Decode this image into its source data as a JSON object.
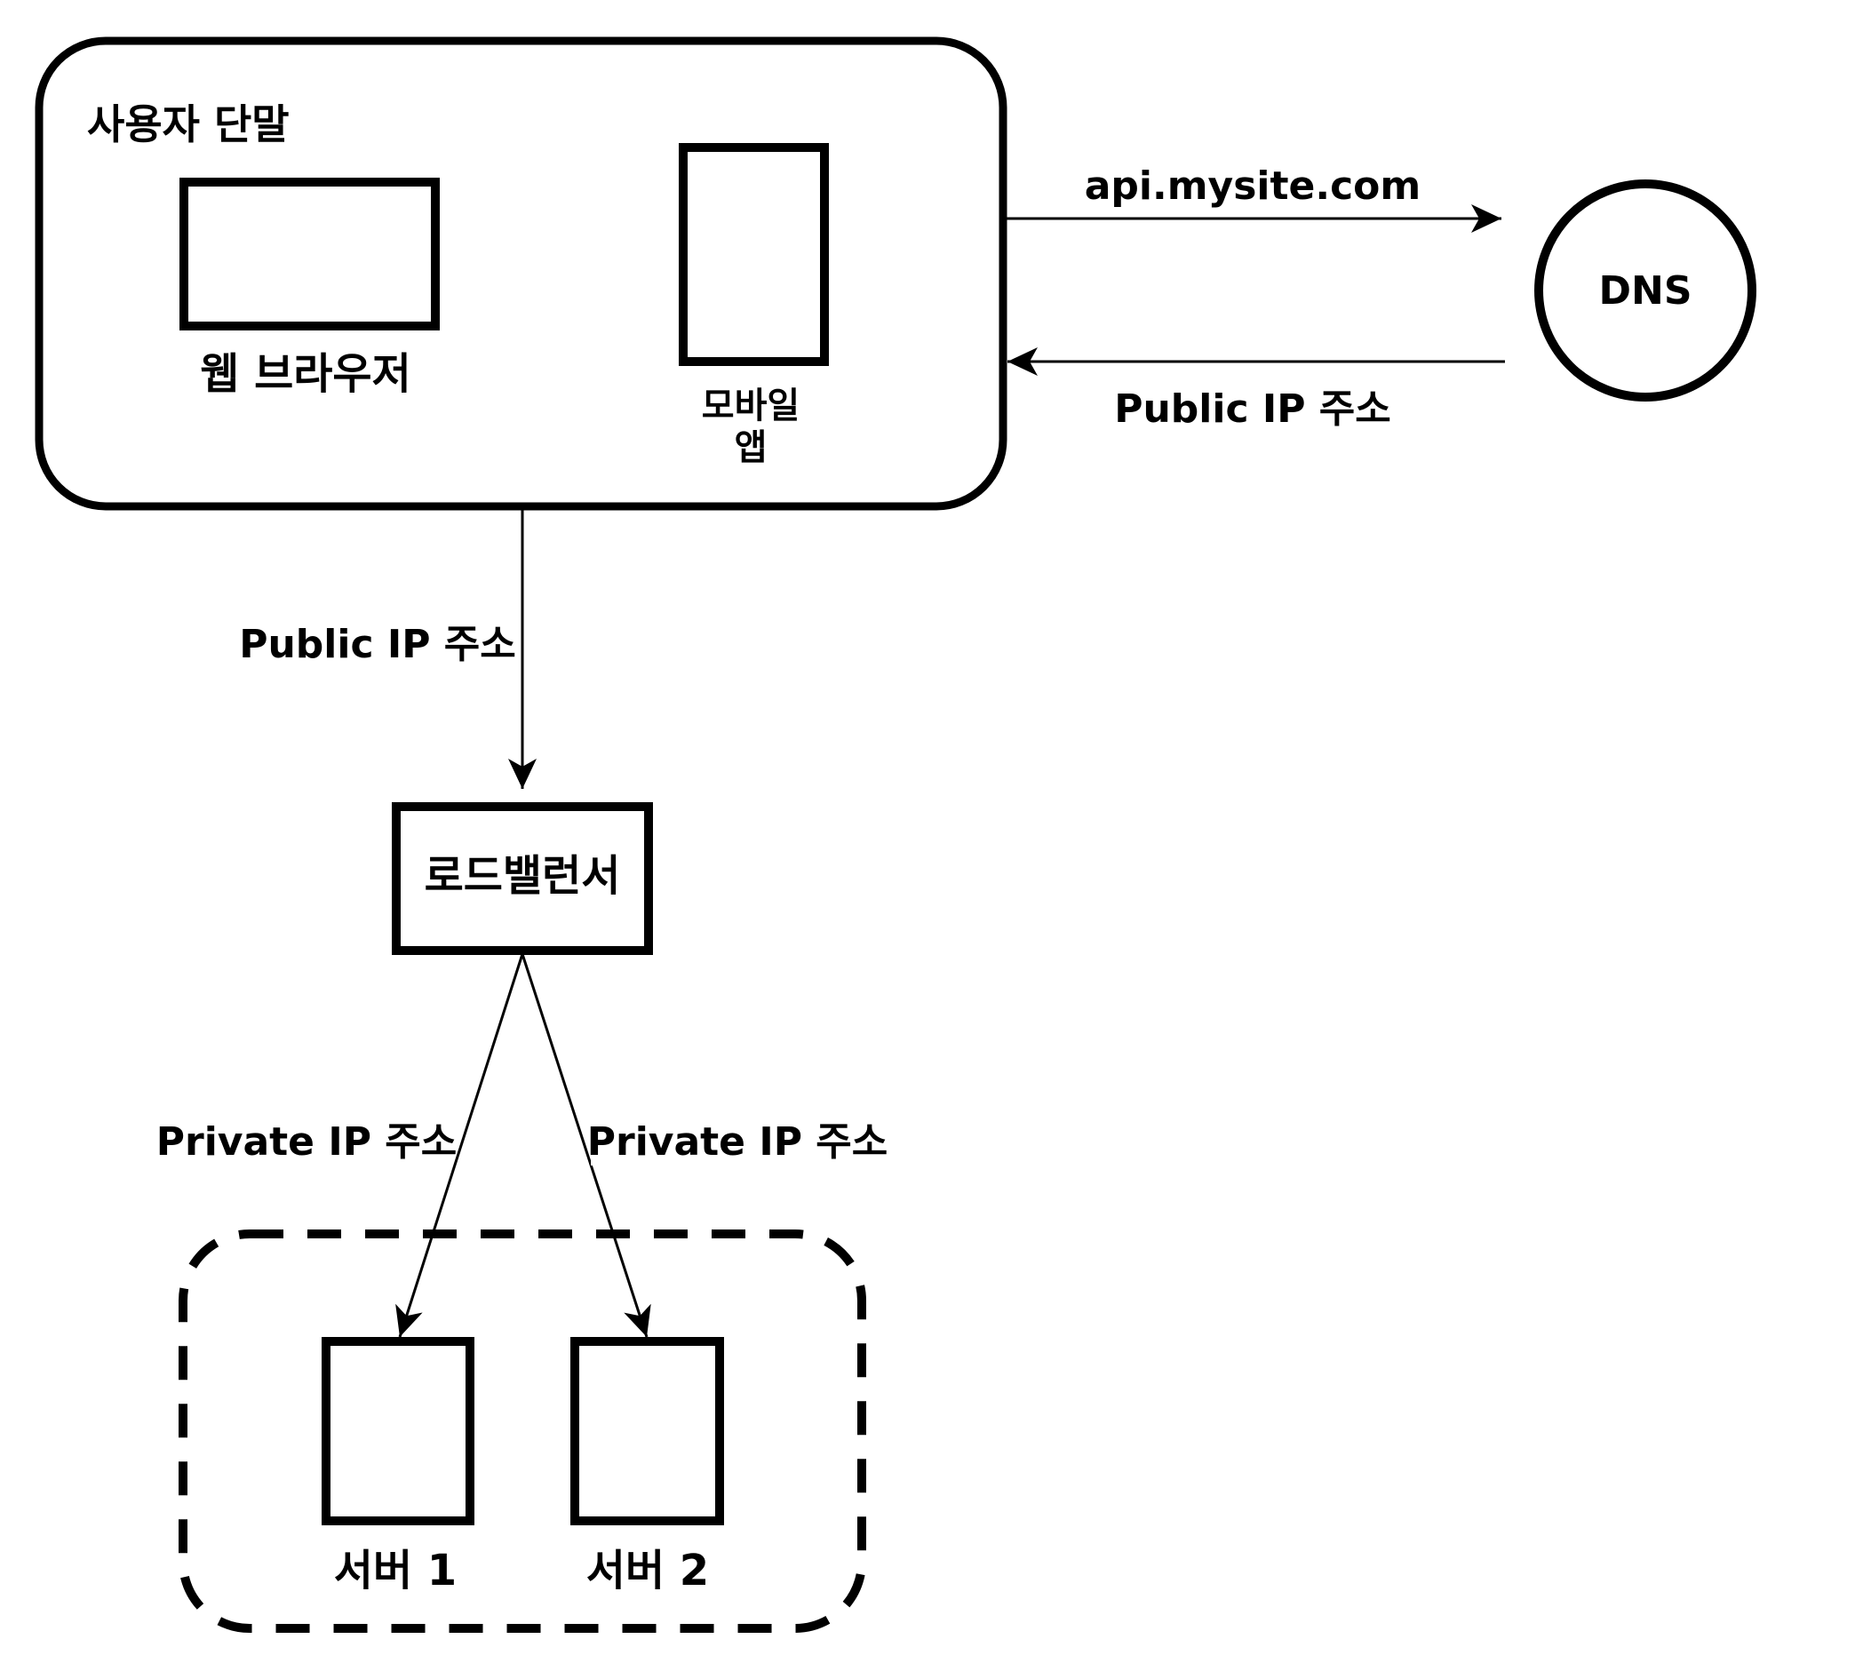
{
  "colors": {
    "stroke": "#000000",
    "fill": "#ffffff",
    "text": "#000000"
  },
  "client_group": {
    "title": "사용자 단말",
    "web_browser_label": "웹 브라우저",
    "mobile_app_label_line1": "모바일",
    "mobile_app_label_line2": "앱"
  },
  "dns": {
    "label": "DNS"
  },
  "edges": {
    "to_dns": "api.mysite.com",
    "from_dns": "Public IP 주소",
    "to_lb": "Public IP 주소",
    "to_server1": "Private IP 주소",
    "to_server2": "Private IP 주소"
  },
  "load_balancer": {
    "label": "로드밸런서"
  },
  "servers": [
    {
      "label": "서버 1"
    },
    {
      "label": "서버 2"
    }
  ]
}
